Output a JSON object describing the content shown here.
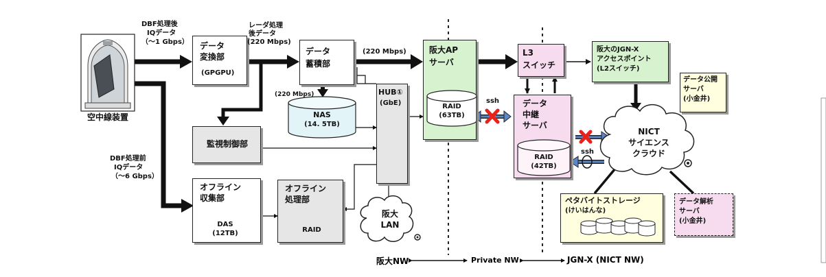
{
  "device": {
    "label": "空中線装置"
  },
  "dbf_after": {
    "line1": "DBF処理後",
    "line2": "IQデータ",
    "line3": "（～1 Gbps）"
  },
  "dbf_before": {
    "line1": "DBF処理前",
    "line2": "IQデータ",
    "line3": "（～6 Gbps）"
  },
  "conv": {
    "line1": "データ",
    "line2": "変換部",
    "line3": "(GPGPU)"
  },
  "radar": {
    "line1": "レーダ処理",
    "line2": "後データ",
    "line3": "(220 Mbps)"
  },
  "store": {
    "line1": "データ",
    "line2": "蓄積部"
  },
  "rate_top": "(220 Mbps)",
  "rate_nas": "(220 Mbps)",
  "nas": {
    "line1": "NAS",
    "line2": "(14. 5TB)"
  },
  "hub": {
    "line1": "HUB①",
    "line2": "(GbE)"
  },
  "monitor": {
    "label": "監視制御部"
  },
  "offline_collect": {
    "line1": "オフライン",
    "line2": "収集部",
    "das1": "DAS",
    "das2": "(12TB)"
  },
  "offline_process": {
    "line1": "オフライン",
    "line2": "処理部",
    "raid": "RAID"
  },
  "osaka_lan": {
    "line1": "阪大",
    "line2": "LAN"
  },
  "ap_server": {
    "line1": "阪大AP",
    "line2": "サーバ",
    "raid1": "RAID",
    "raid2": "(63TB)"
  },
  "ssh1": "ssh",
  "ssh2": "ssh",
  "l3": {
    "line1": "L3",
    "line2": "スイッチ"
  },
  "relay": {
    "line1": "データ",
    "line2": "中継",
    "line3": "サーバ",
    "raid1": "RAID",
    "raid2": "(42TB)"
  },
  "jgn_ap": {
    "line1": "阪大のJGN-X",
    "line2": "アクセスポイント",
    "line3": "(L2スイッチ)"
  },
  "pub_server": {
    "line1": "データ公開",
    "line2": "サーバ",
    "line3": "(小金井)"
  },
  "nict_cloud": {
    "line1": "NICT",
    "line2": "サイエンス",
    "line3": "クラウド"
  },
  "peta": {
    "line1": "ペタバイトストレージ",
    "line2": "(けいはんな)"
  },
  "analysis": {
    "line1": "データ解析",
    "line2": "サーバ",
    "line3": "(小金井)"
  },
  "networks": {
    "osaka": "阪大NW",
    "private": "Private NW",
    "jgn": "JGN-X (NICT NW)"
  },
  "colors": {
    "yellow_box": "#ffffe0",
    "green_box": "#d7f2cf",
    "pink_box": "#f7dcef",
    "gray_box": "#e6e6e6",
    "cyl_fill": "#e3f4f8",
    "blue_arrow": "#5b87c5",
    "red_x": "#e8221a"
  }
}
